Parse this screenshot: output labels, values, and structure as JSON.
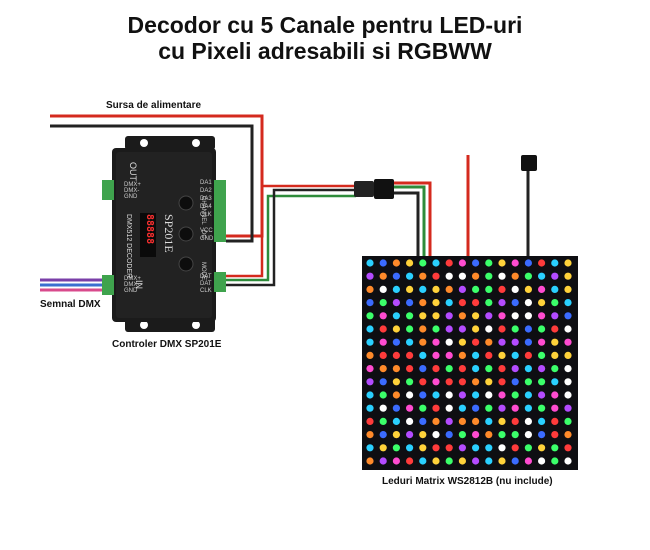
{
  "title": {
    "line1": "Decodor cu 5 Canale pentru LED-uri",
    "line2": "cu Pixeli adresabili si RGBWW"
  },
  "labels": {
    "power_supply": "Sursa de alimentare",
    "dmx_signal": "Semnal DMX",
    "controller": "Controler DMX SP201E",
    "matrix": "Leduri Matrix WS2812B (nu include)"
  },
  "device": {
    "out_label": "OUT",
    "in_label": "IN",
    "decoder_text": "DMX512 DECODER",
    "model": "SP201E",
    "display": "88888",
    "out_pins": [
      "DMX+",
      "DMX-",
      "GND"
    ],
    "in_pins": [
      "DMX+",
      "DMX-",
      "GND"
    ],
    "right_top_pins": [
      "DA1",
      "DA2",
      "DA3",
      "DA4",
      "CLK",
      "VCC",
      "GND"
    ],
    "right_bottom_pins": [
      "DAT",
      "DAT",
      "CLK"
    ],
    "side_label_top": "CHANNEL",
    "side_label_mid": "DC",
    "side_label_bottom": "MODE"
  },
  "colors": {
    "device_body": "#1b1b1b",
    "terminal": "#3fa34d",
    "wire_red": "#d42a1e",
    "wire_black": "#222222",
    "wire_green": "#2e8b3a",
    "dmx_purple": "#7a3fa8",
    "dmx_blue": "#3b6fd0",
    "dmx_pink": "#d84a8c"
  }
}
